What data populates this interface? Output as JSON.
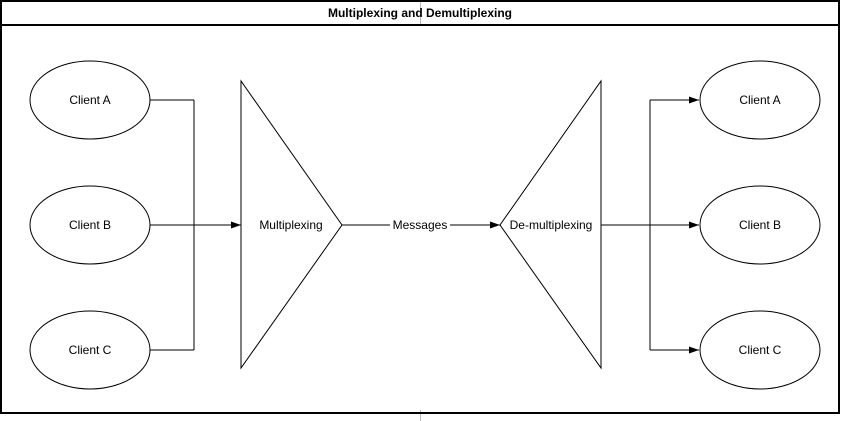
{
  "title": "Multiplexing and Demultiplexing",
  "nodes": {
    "left_clients": [
      "Client A",
      "Client B",
      "Client C"
    ],
    "right_clients": [
      "Client A",
      "Client B",
      "Client C"
    ],
    "multiplexer": "Multiplexing",
    "demultiplexer": "De-multiplexing",
    "message_flow": "Messages"
  },
  "colors": {
    "stroke": "#000000",
    "node_fill": "#ffffff",
    "text": "#000000",
    "page_guide": "#b9b9b9",
    "background": "#ffffff"
  }
}
